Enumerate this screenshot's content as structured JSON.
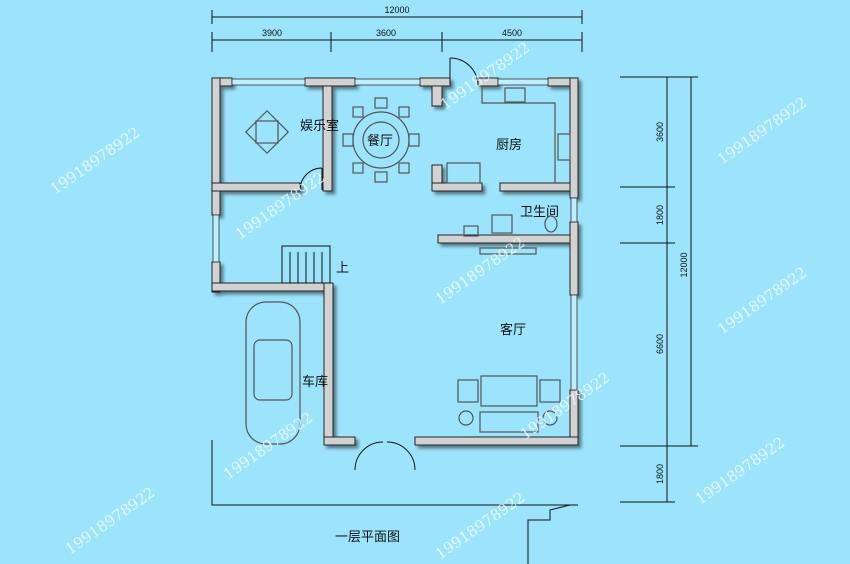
{
  "title": "一层平面图",
  "rooms": {
    "entertainment": "娱乐室",
    "dining": "餐厅",
    "kitchen": "厨房",
    "bathroom": "卫生间",
    "stair_up": "上",
    "living": "客厅",
    "garage": "车库"
  },
  "dimensions": {
    "top_total": "12000",
    "top_segments": [
      "3900",
      "3600",
      "4500"
    ],
    "right_segments": [
      "3600",
      "1800",
      "6600",
      "1800"
    ],
    "right_total": "12000"
  },
  "watermark": "19918978922",
  "colors": {
    "background": "#9ce4fb",
    "wall": "#d2d2d2"
  }
}
